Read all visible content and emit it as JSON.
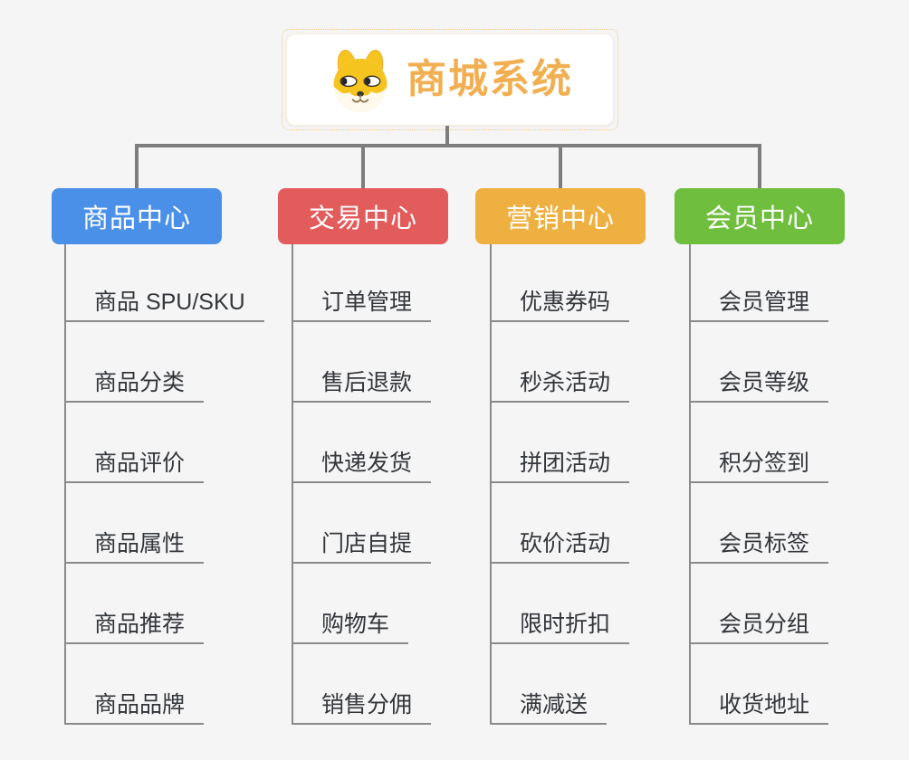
{
  "root": {
    "title": "商城系统",
    "title_color": "#F1AF52",
    "icon": "shiba-dog-icon"
  },
  "branches": [
    {
      "label": "商品中心",
      "color": "#4B90E8",
      "items": [
        "商品 SPU/SKU",
        "商品分类",
        "商品评价",
        "商品属性",
        "商品推荐",
        "商品品牌"
      ]
    },
    {
      "label": "交易中心",
      "color": "#E25C5C",
      "items": [
        "订单管理",
        "售后退款",
        "快递发货",
        "门店自提",
        "购物车",
        "销售分佣"
      ]
    },
    {
      "label": "营销中心",
      "color": "#EFB042",
      "items": [
        "优惠券码",
        "秒杀活动",
        "拼团活动",
        "砍价活动",
        "限时折扣",
        "满减送"
      ]
    },
    {
      "label": "会员中心",
      "color": "#6FBE3E",
      "items": [
        "会员管理",
        "会员等级",
        "积分签到",
        "会员标签",
        "会员分组",
        "收货地址"
      ]
    }
  ]
}
